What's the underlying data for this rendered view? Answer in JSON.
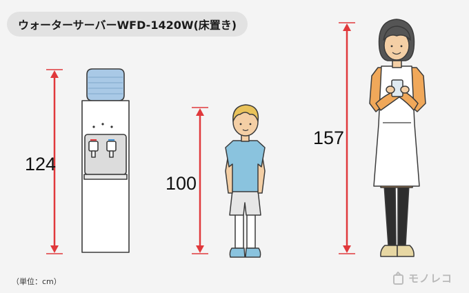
{
  "title": "ウォーターサーバーWFD-1420W(床置き)",
  "measurements": {
    "server_height": "124",
    "child_height": "100",
    "adult_height": "157"
  },
  "unit_note": "（単位：cm）",
  "brand_logo_text": "モノレコ",
  "colors": {
    "arrow": "#e0383b",
    "background": "#f4f4f4",
    "title_pill": "#e2e2e2",
    "bottle": "#a9c9e6",
    "child_shirt": "#8ac3de",
    "adult_sweater": "#f0a85a",
    "hair": "#e9c25a"
  }
}
